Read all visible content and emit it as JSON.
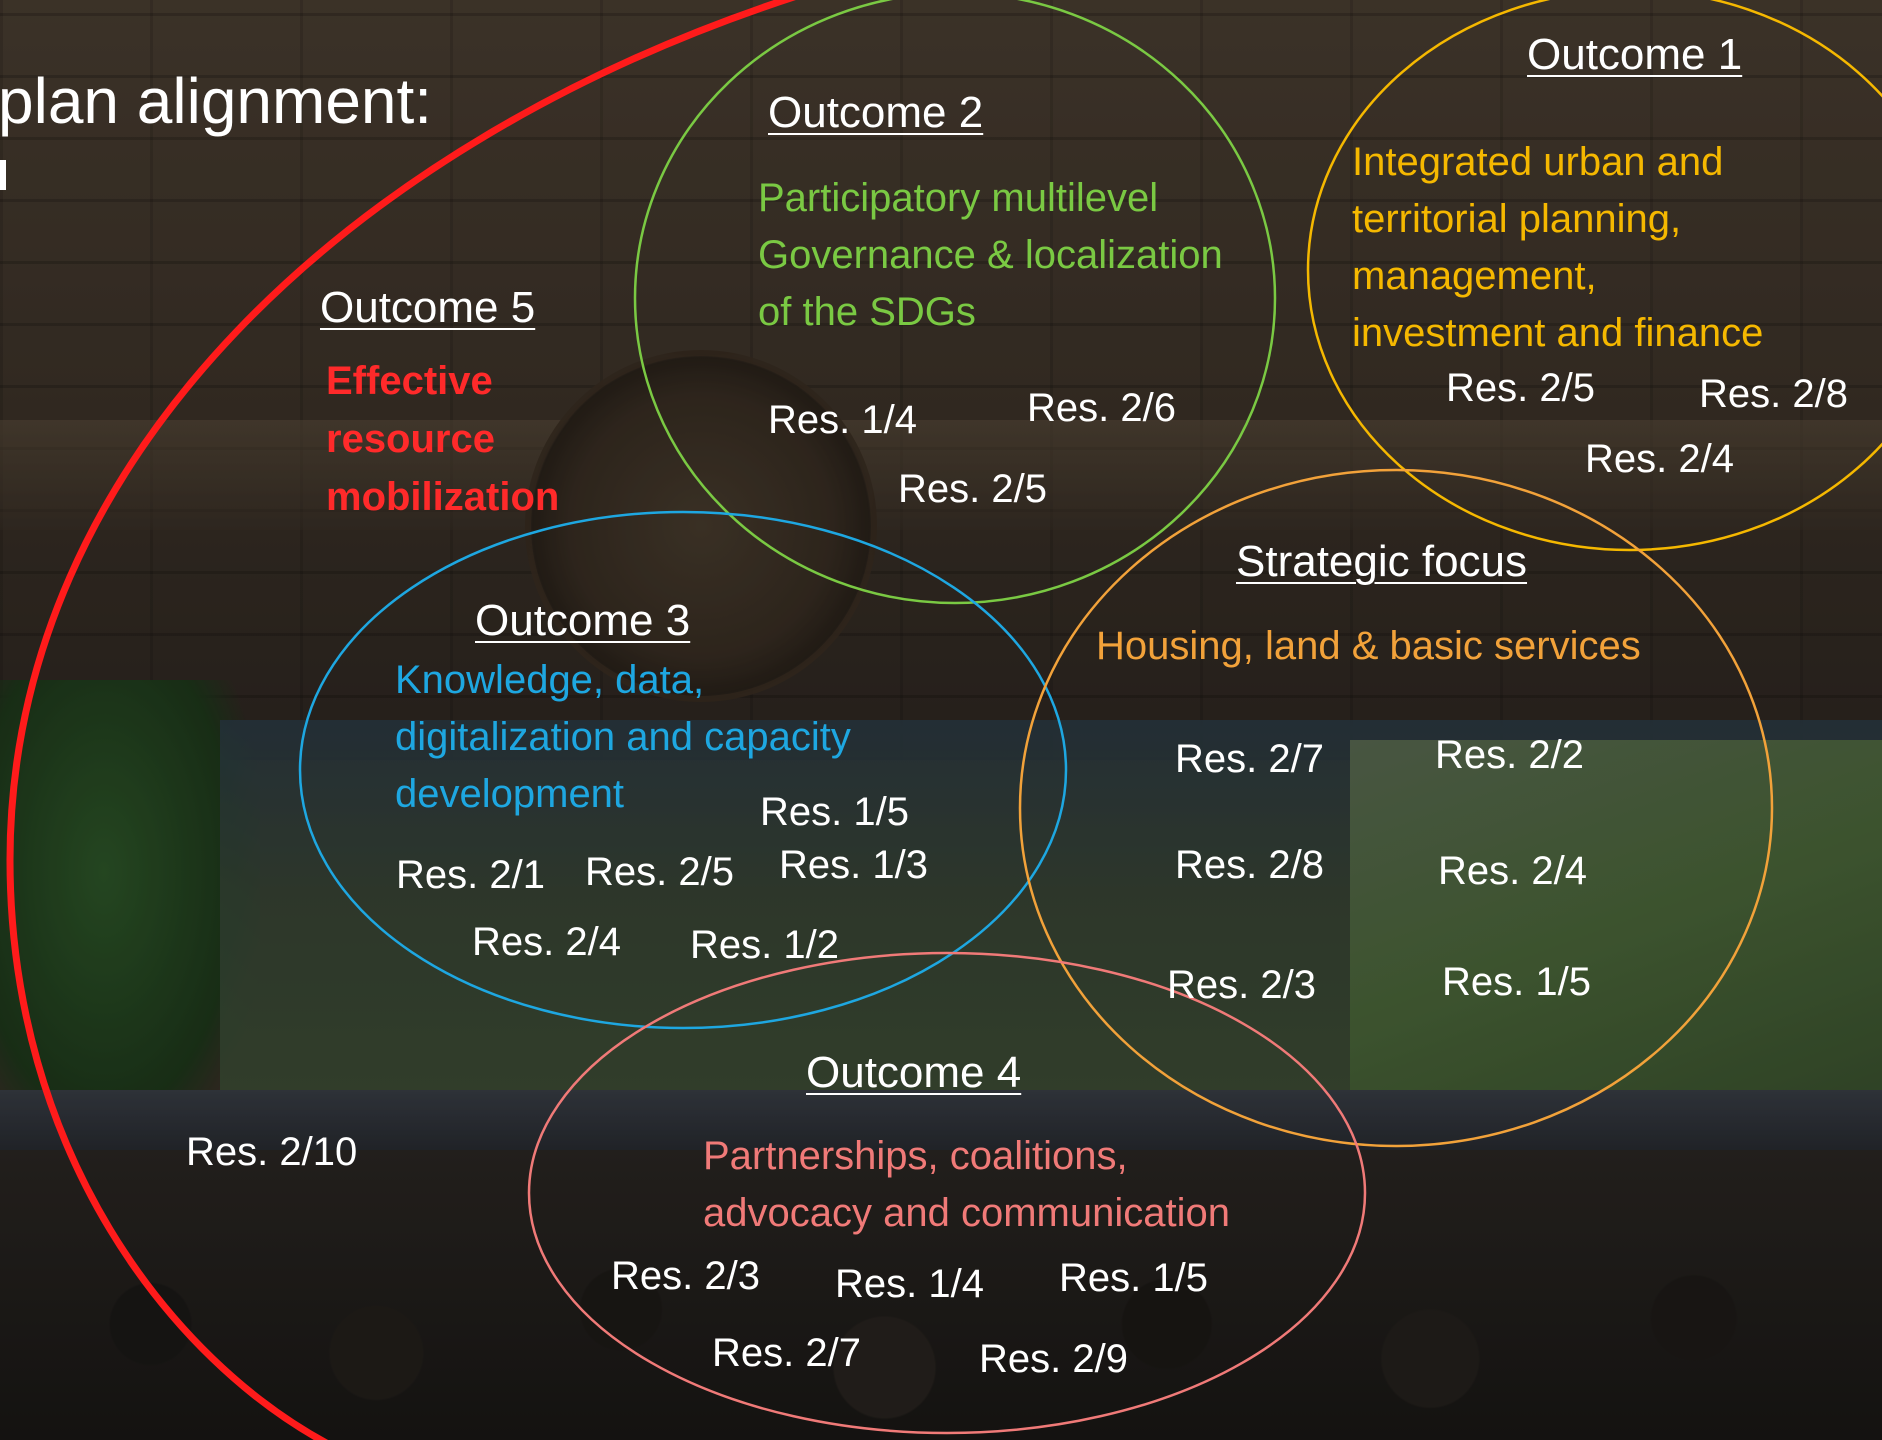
{
  "title": "plan alignment:",
  "colors": {
    "outer_arc": "#ff1b1b",
    "outcome1": "#f5b800",
    "outcome2": "#7ac943",
    "outcome3": "#1ea7e1",
    "outcome4": "#f07a78",
    "outcome5": "#ff2a2a",
    "strategic": "#f2a23a"
  },
  "outcome1": {
    "heading": "Outcome 1",
    "lines": [
      "Integrated urban and",
      "territorial planning,",
      "management,",
      "investment and finance"
    ],
    "resolutions": [
      "Res. 2/5",
      "Res. 2/8",
      "Res. 2/4"
    ]
  },
  "outcome2": {
    "heading": "Outcome 2",
    "lines": [
      "Participatory multilevel",
      "Governance & localization",
      "of the SDGs"
    ],
    "resolutions": [
      "Res. 1/4",
      "Res. 2/6",
      "Res. 2/5"
    ]
  },
  "outcome3": {
    "heading": "Outcome 3",
    "lines": [
      "Knowledge, data,",
      "digitalization and capacity",
      "development"
    ],
    "resolutions": [
      "Res. 1/5",
      "Res. 2/1",
      "Res. 2/5",
      "Res. 1/3",
      "Res. 2/4",
      "Res. 1/2"
    ]
  },
  "outcome4": {
    "heading": "Outcome 4",
    "lines": [
      "Partnerships, coalitions,",
      "advocacy  and communication"
    ],
    "resolutions": [
      "Res. 2/3",
      "Res. 1/4",
      "Res. 1/5",
      "Res. 2/7",
      "Res. 2/9"
    ]
  },
  "outcome5": {
    "heading": "Outcome 5",
    "lines": [
      "Effective",
      "resource",
      "mobilization"
    ],
    "resolutions": [
      "Res. 2/10"
    ]
  },
  "strategic_focus": {
    "heading": "Strategic focus",
    "lines": [
      "Housing, land & basic services"
    ],
    "resolutions": [
      "Res. 2/7",
      "Res. 2/2",
      "Res. 2/8",
      "Res. 2/4",
      "Res. 2/3",
      "Res. 1/5"
    ]
  }
}
